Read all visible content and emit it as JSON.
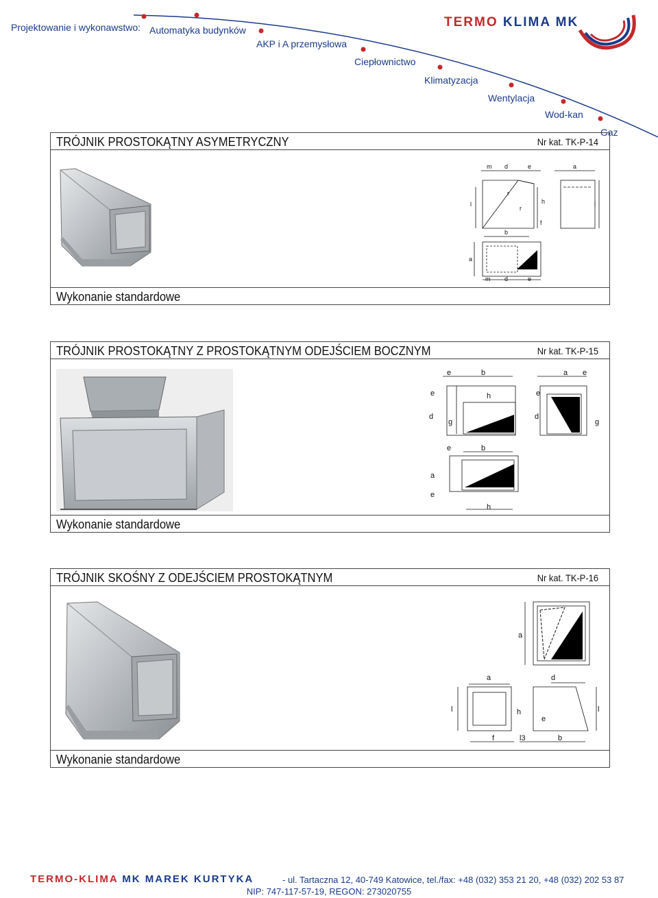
{
  "header": {
    "lead": "Projektowanie i wykonawstwo:",
    "services": [
      "Automatyka  budynków",
      "AKP i A przemysłowa",
      "Ciepłownictwo",
      "Klimatyzacja",
      "Wentylacja",
      "Wod-kan",
      "Gaz"
    ],
    "logo_red": "TERMO",
    "logo_blue": "KLIMA MK",
    "accent_red": "#c4282b",
    "accent_blue": "#1a3a8a"
  },
  "sections": [
    {
      "title": "TRÓJNIK PROSTOKĄTNY ASYMETRYCZNY",
      "catalog": "Nr kat. TK-P-14",
      "footer": "Wykonanie standardowe"
    },
    {
      "title": "TRÓJNIK PROSTOKĄTNY Z PROSTOKĄTNYM ODEJŚCIEM BOCZNYM",
      "catalog": "Nr kat. TK-P-15",
      "footer": "Wykonanie standardowe"
    },
    {
      "title": "TRÓJNIK SKOŚNY Z ODEJŚCIEM PROSTOKĄTNYM",
      "catalog": "Nr kat. TK-P-16",
      "footer": "Wykonanie standardowe"
    }
  ],
  "drawing_labels": {
    "s1": [
      "m",
      "d",
      "e",
      "a",
      "r",
      "r",
      "h",
      "l",
      "l",
      "f",
      "b",
      "a",
      "m",
      "d",
      "e"
    ],
    "s2": [
      "e",
      "b",
      "a",
      "e",
      "e",
      "h",
      "e",
      "d",
      "g",
      "d",
      "g",
      "e",
      "b",
      "a",
      "e",
      "h"
    ],
    "s3": [
      "a",
      "a",
      "d",
      "l",
      "h",
      "e",
      "l",
      "f",
      "l3",
      "b"
    ]
  },
  "footer": {
    "company_red": "TERMO-KLIMA",
    "company_blue": "MK MAREK KURTYKA",
    "address": "- ul. Tartaczna 12, 40-749 Katowice, tel./fax: +48 (032) 353 21 20, +48 (032) 202 53 87",
    "nip": "NIP: 747-117-57-19, REGON: 273020755"
  }
}
